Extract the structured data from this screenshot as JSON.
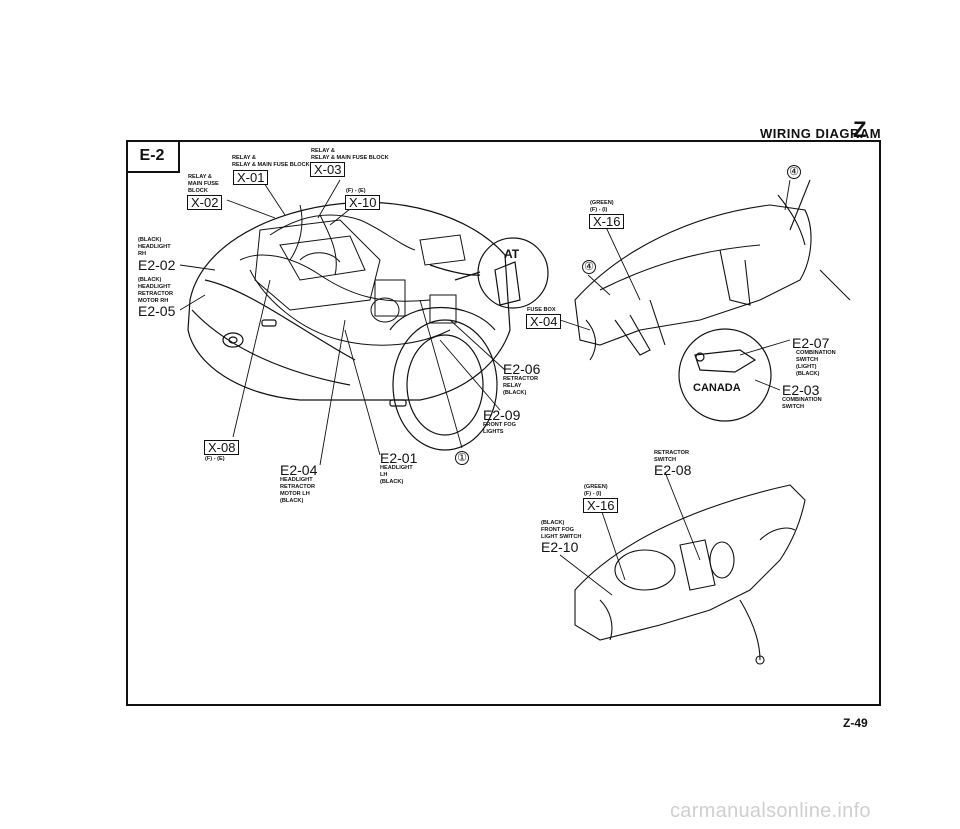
{
  "header": {
    "title": "WIRING DIAGRAM",
    "letter": "Z"
  },
  "section": "E-2",
  "page_number": "Z-49",
  "watermark": "carmanualsonline.info",
  "callouts": {
    "at": "AT",
    "canada": "CANADA",
    "circle_1": "①",
    "circle_4a": "④",
    "circle_4b": "④"
  },
  "connectors": {
    "x01": {
      "desc": "RELAY & MAIN FUSE BLOCK",
      "code": "X-01"
    },
    "x03": {
      "desc": "RELAY & MAIN FUSE BLOCK",
      "code": "X-03"
    },
    "x02": {
      "desc1": "RELAY &",
      "desc2": "MAIN FUSE",
      "desc3": "BLOCK",
      "code": "X-02"
    },
    "x10": {
      "desc": "(F) - (E)",
      "code": "X-10"
    },
    "x16a": {
      "color": "(GREEN)",
      "desc": "(F) - (I)",
      "code": "X-16"
    },
    "x04": {
      "desc": "FUSE BOX",
      "code": "X-04"
    },
    "x08": {
      "code": "X-08",
      "desc": "(F) - (E)"
    },
    "x16b": {
      "color": "(GREEN)",
      "desc": "(F) - (I)",
      "code": "X-16"
    }
  },
  "components": {
    "e2_02": {
      "l1": "(BLACK)",
      "l2": "HEADLIGHT",
      "l3": "RH",
      "code": "E2-02"
    },
    "e2_05": {
      "l1": "(BLACK)",
      "l2": "HEADLIGHT",
      "l3": "RETRACTOR",
      "l4": "MOTOR RH",
      "code": "E2-05"
    },
    "e2_06": {
      "code": "E2-06",
      "l1": "RETRACTOR",
      "l2": "RELAY",
      "l3": "(BLACK)"
    },
    "e2_09": {
      "code": "E2-09",
      "l1": "FRONT FOG",
      "l2": "LIGHTS"
    },
    "e2_01": {
      "code": "E2-01",
      "l1": "HEADLIGHT",
      "l2": "LH",
      "l3": "(BLACK)"
    },
    "e2_04": {
      "code": "E2-04",
      "l1": "HEADLIGHT",
      "l2": "RETRACTOR",
      "l3": "MOTOR LH",
      "l4": "(BLACK)"
    },
    "e2_07": {
      "code": "E2-07",
      "l1": "COMBINATION",
      "l2": "SWITCH",
      "l3": "(LIGHT)",
      "l4": "(BLACK)"
    },
    "e2_03": {
      "code": "E2-03",
      "l1": "COMBINATION",
      "l2": "SWITCH"
    },
    "e2_08": {
      "l1": "RETRACTOR",
      "l2": "SWITCH",
      "code": "E2-08"
    },
    "e2_10": {
      "l1": "(BLACK)",
      "l2": "FRONT FOG",
      "l3": "LIGHT SWITCH",
      "code": "E2-10"
    }
  }
}
